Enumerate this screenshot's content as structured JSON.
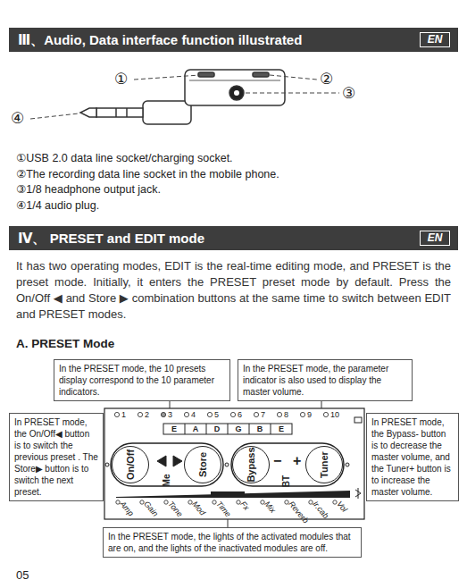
{
  "diagram": {
    "nodes": [
      {
        "text": [
          "Ⅲ、Audio, Data interface function illustrated"
        ]
      },
      {
        "text": [
          "EN"
        ],
        "in": 0
      },
      {
        "text": [
          "Ⅳ、 PRESET and EDIT mode"
        ]
      },
      {
        "text": [
          "EN"
        ],
        "in": 2
      },
      {
        "text": [
          "In the PRESET mode, the 10 presets display correspond to the 10 parameter indicators."
        ]
      },
      {
        "text": [
          "In the PRESET mode, the parameter indicator is also used to display the master volume."
        ]
      },
      {
        "text": [
          "In PRESET mode, the On/Off◀ button is to switch the previous preset . The Store▶ button is to switch the next preset."
        ]
      },
      {
        "text": [
          "In PRESET mode, the Bypass- button is to decrease the master volume, and the Tuner+ button is to increase the master volume."
        ]
      },
      {
        "text": [
          "On/Off"
        ]
      },
      {
        "text": [
          "Store"
        ]
      },
      {
        "text": [
          "Bypass"
        ]
      },
      {
        "text": [
          "Tuner"
        ]
      },
      {
        "text": [
          "In the PRESET mode, the lights of the activated modules that are on, and the lights of the inactivated modules are off."
        ]
      }
    ],
    "labels": [
      "①",
      "②",
      "③",
      "④",
      "①USB 2.0 data line socket/charging socket.",
      "②The recording data line socket in the mobile phone.",
      "③1/8 headphone output jack.",
      "④1/4 audio plug.",
      "It has two operating modes, EDIT is the real-time editing mode, and PRESET is the preset mode. Initially, it enters the PRESET preset mode by default. Press the On/Off ◀ and Store ▶ combination buttons at the same time to switch between EDIT and PRESET modes.",
      "A. PRESET Mode",
      "1",
      "2",
      "3",
      "4",
      "5",
      "6",
      "7",
      "8",
      "9",
      "10",
      "E",
      "A",
      "D",
      "G",
      "B",
      "E",
      "Me",
      "−",
      "+",
      "BT",
      "Amp",
      "Gain",
      "Tone",
      "Mod",
      "Time",
      "Fx",
      "Mix",
      "Reverb",
      "Ir.cab",
      "Vol",
      "05"
    ]
  }
}
